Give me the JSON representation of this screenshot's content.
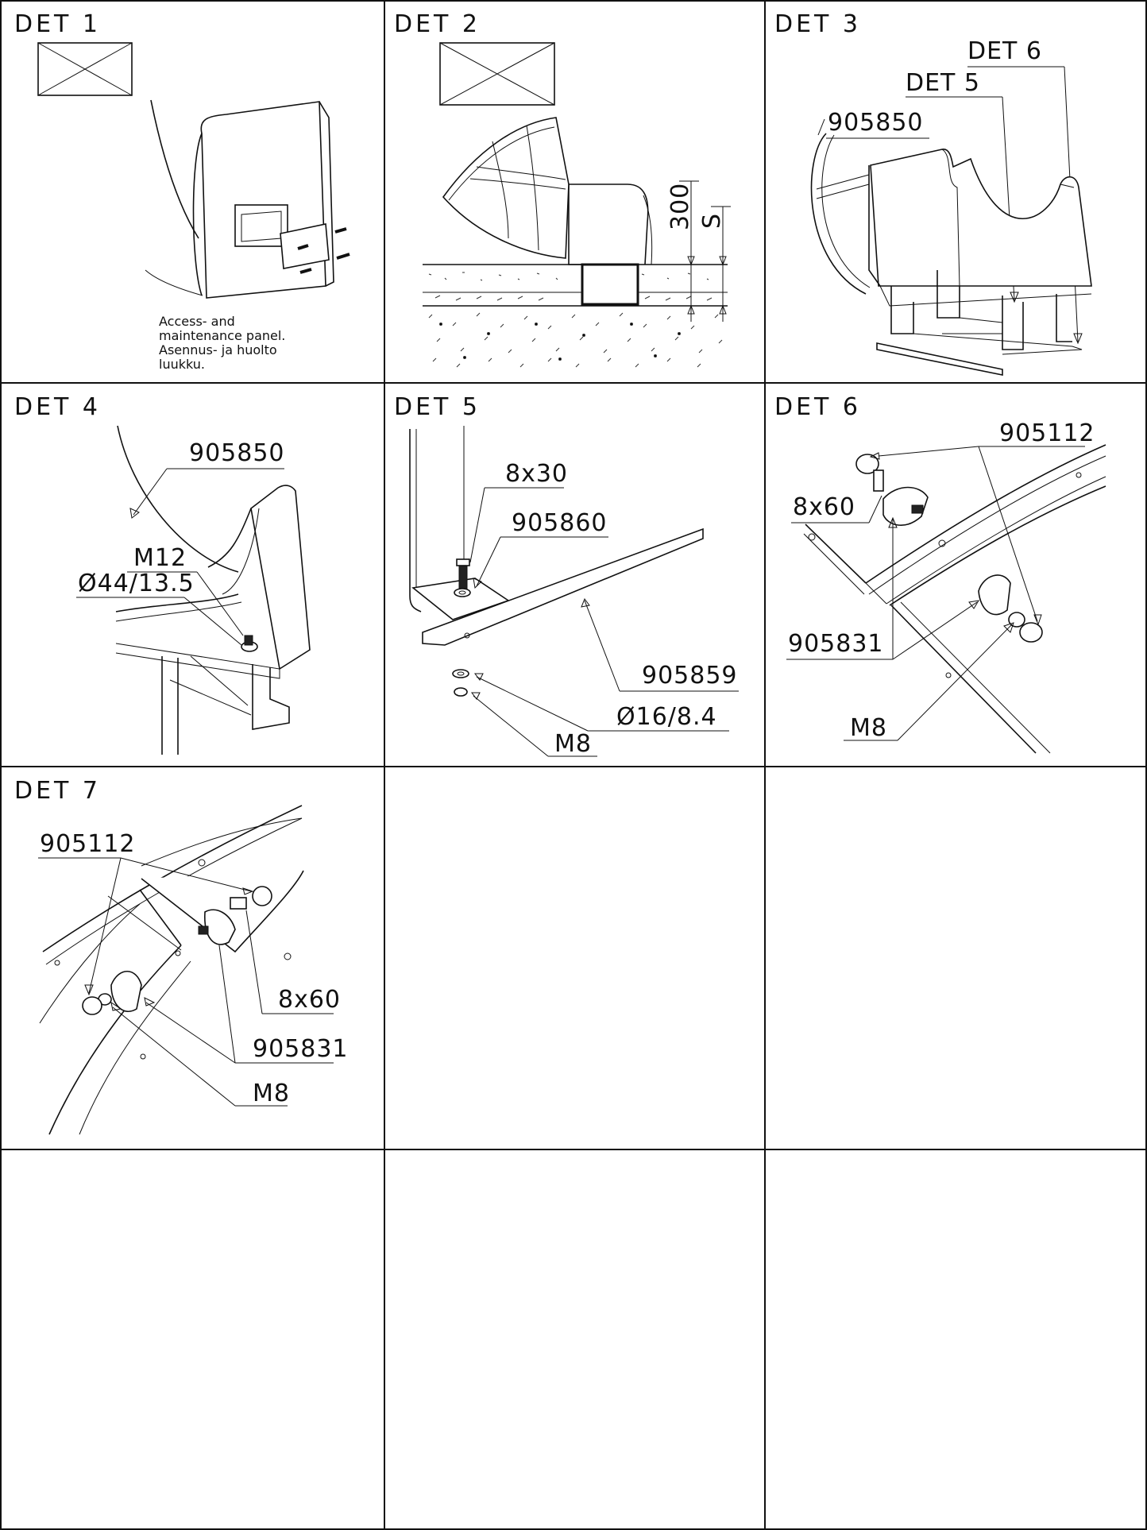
{
  "sheet": {
    "cells": [
      {
        "title": "DET 1"
      },
      {
        "title": "DET 2"
      },
      {
        "title": "DET 3"
      },
      {
        "title": "DET 4"
      },
      {
        "title": "DET 5"
      },
      {
        "title": "DET 6"
      },
      {
        "title": "DET 7"
      },
      {
        "title": ""
      },
      {
        "title": ""
      },
      {
        "title": ""
      },
      {
        "title": ""
      },
      {
        "title": ""
      }
    ]
  },
  "det1": {
    "note": [
      "Access- and",
      "maintenance panel.",
      "Asennus- ja huolto",
      "luukku."
    ]
  },
  "det2": {
    "dim_300": "300",
    "dim_s": "S"
  },
  "det3": {
    "part": "905850",
    "ref_det5": "DET 5",
    "ref_det6": "DET 6"
  },
  "det4": {
    "part": "905850",
    "bolt": "M12",
    "washer": "Ø44/13.5"
  },
  "det5": {
    "bolt": "8x30",
    "plate": "905860",
    "beam": "905859",
    "washer": "Ø16/8.4",
    "nut": "M8"
  },
  "det6": {
    "cap": "905112",
    "bolt": "8x60",
    "damper": "905831",
    "nut": "M8"
  },
  "det7": {
    "cap": "905112",
    "bolt": "8x60",
    "damper": "905831",
    "nut": "M8"
  }
}
